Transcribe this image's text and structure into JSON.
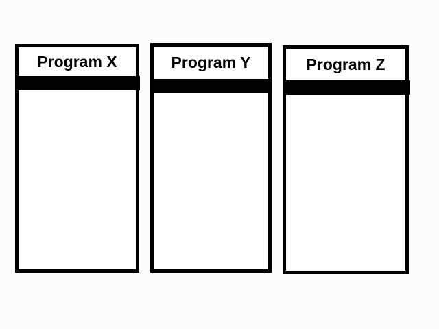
{
  "figure": {
    "description_label": "three-program-windows-diagram"
  },
  "colors": {
    "accent": "#000000",
    "page_background": "#fcfcfc",
    "box_background": "#fdfdfd"
  },
  "windows": [
    {
      "title": "Program X"
    },
    {
      "title": "Program Y"
    },
    {
      "title": "Program Z"
    }
  ]
}
